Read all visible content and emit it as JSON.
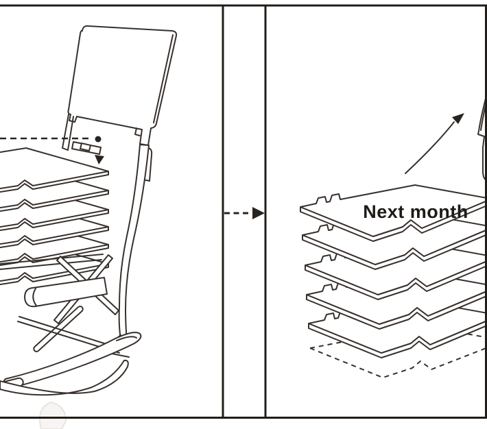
{
  "meta": {
    "type": "instruction-diagram",
    "subject": "rocking chair with removable stacked monthly layers"
  },
  "colors": {
    "background": "#ffffff",
    "line": "#37302c",
    "border": "#211c18"
  },
  "labels": {
    "next_month": "Next month"
  },
  "left_panel": {
    "content": "assembled rocking chair with stacked tray layers",
    "tray_layers": 6,
    "callout": {
      "style": "dashed-line",
      "end_marker": "dot",
      "pointer": "down-triangle"
    }
  },
  "transition": {
    "style": "dashed-arrow",
    "direction": "right"
  },
  "right_panel": {
    "content": "isometric stack of monthly layers with one layer removed",
    "solid_layers": 5,
    "ghost_layers": 1,
    "label_on_top_layer": "Next month",
    "lift_arrow": "curved-up-right"
  }
}
